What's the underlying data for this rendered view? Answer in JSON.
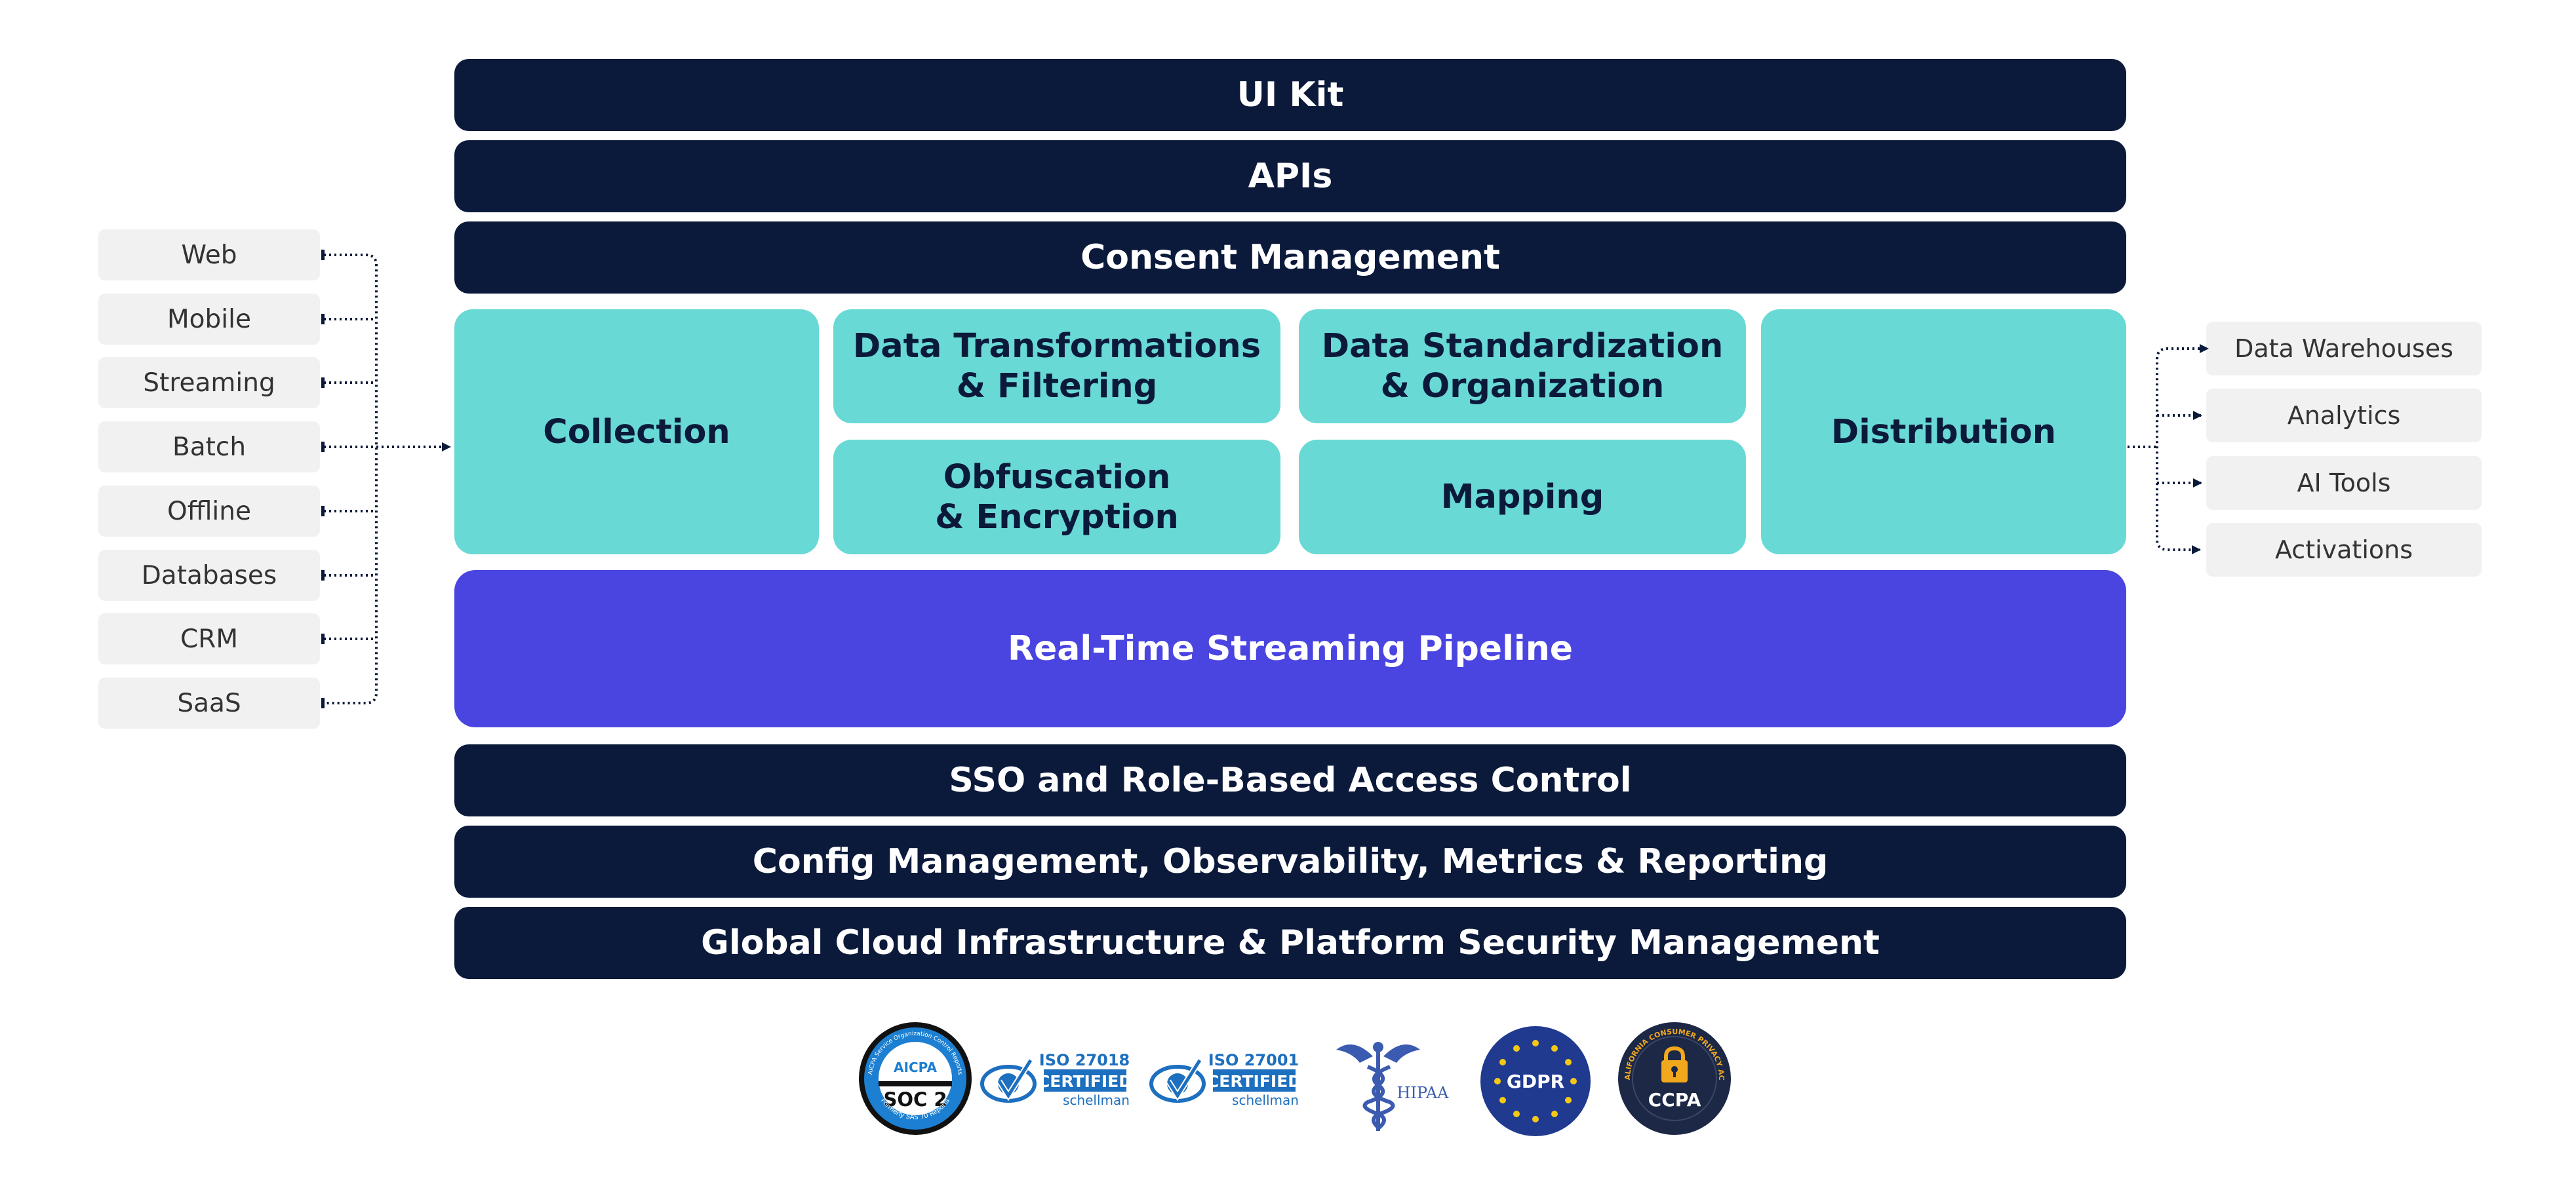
{
  "top_layers": [
    "UI Kit",
    "APIs",
    "Consent Management"
  ],
  "collection": "Collection",
  "transformations": "Data Transformations\n& Filtering",
  "standardization": "Data Standardization\n& Organization",
  "obfuscation": "Obfuscation\n& Encryption",
  "mapping": "Mapping",
  "distribution": "Distribution",
  "pipeline": "Real-Time Streaming Pipeline",
  "bottom_layers": [
    "SSO and Role-Based Access Control",
    "Config Management, Observability, Metrics & Reporting",
    "Global Cloud Infrastructure & Platform Security Management"
  ],
  "sources": [
    "Web",
    "Mobile",
    "Streaming",
    "Batch",
    "Offline",
    "Databases",
    "CRM",
    "SaaS"
  ],
  "destinations": [
    "Data Warehouses",
    "Analytics",
    "AI Tools",
    "Activations"
  ],
  "badges": {
    "soc2": {
      "top": "AICPA",
      "main": "SOC 2",
      "ring_top": "AICPA Service Organization Control Reports",
      "ring_bottom": "Formerly SAS 70 Reports"
    },
    "iso27018": {
      "code": "ISO 27018",
      "certified": "CERTIFIED",
      "by": "schellman"
    },
    "iso27001": {
      "code": "ISO 27001",
      "certified": "CERTIFIED",
      "by": "schellman"
    },
    "hipaa": {
      "label": "HIPAA"
    },
    "gdpr": {
      "label": "GDPR"
    },
    "ccpa": {
      "label": "CCPA",
      "ring": "CALIFORNIA CONSUMER PRIVACY ACT"
    }
  },
  "colors": {
    "navy": "#0b1a3b",
    "teal": "#69d9d5",
    "purple": "#4a45e0",
    "pill": "#f1f1f1"
  }
}
